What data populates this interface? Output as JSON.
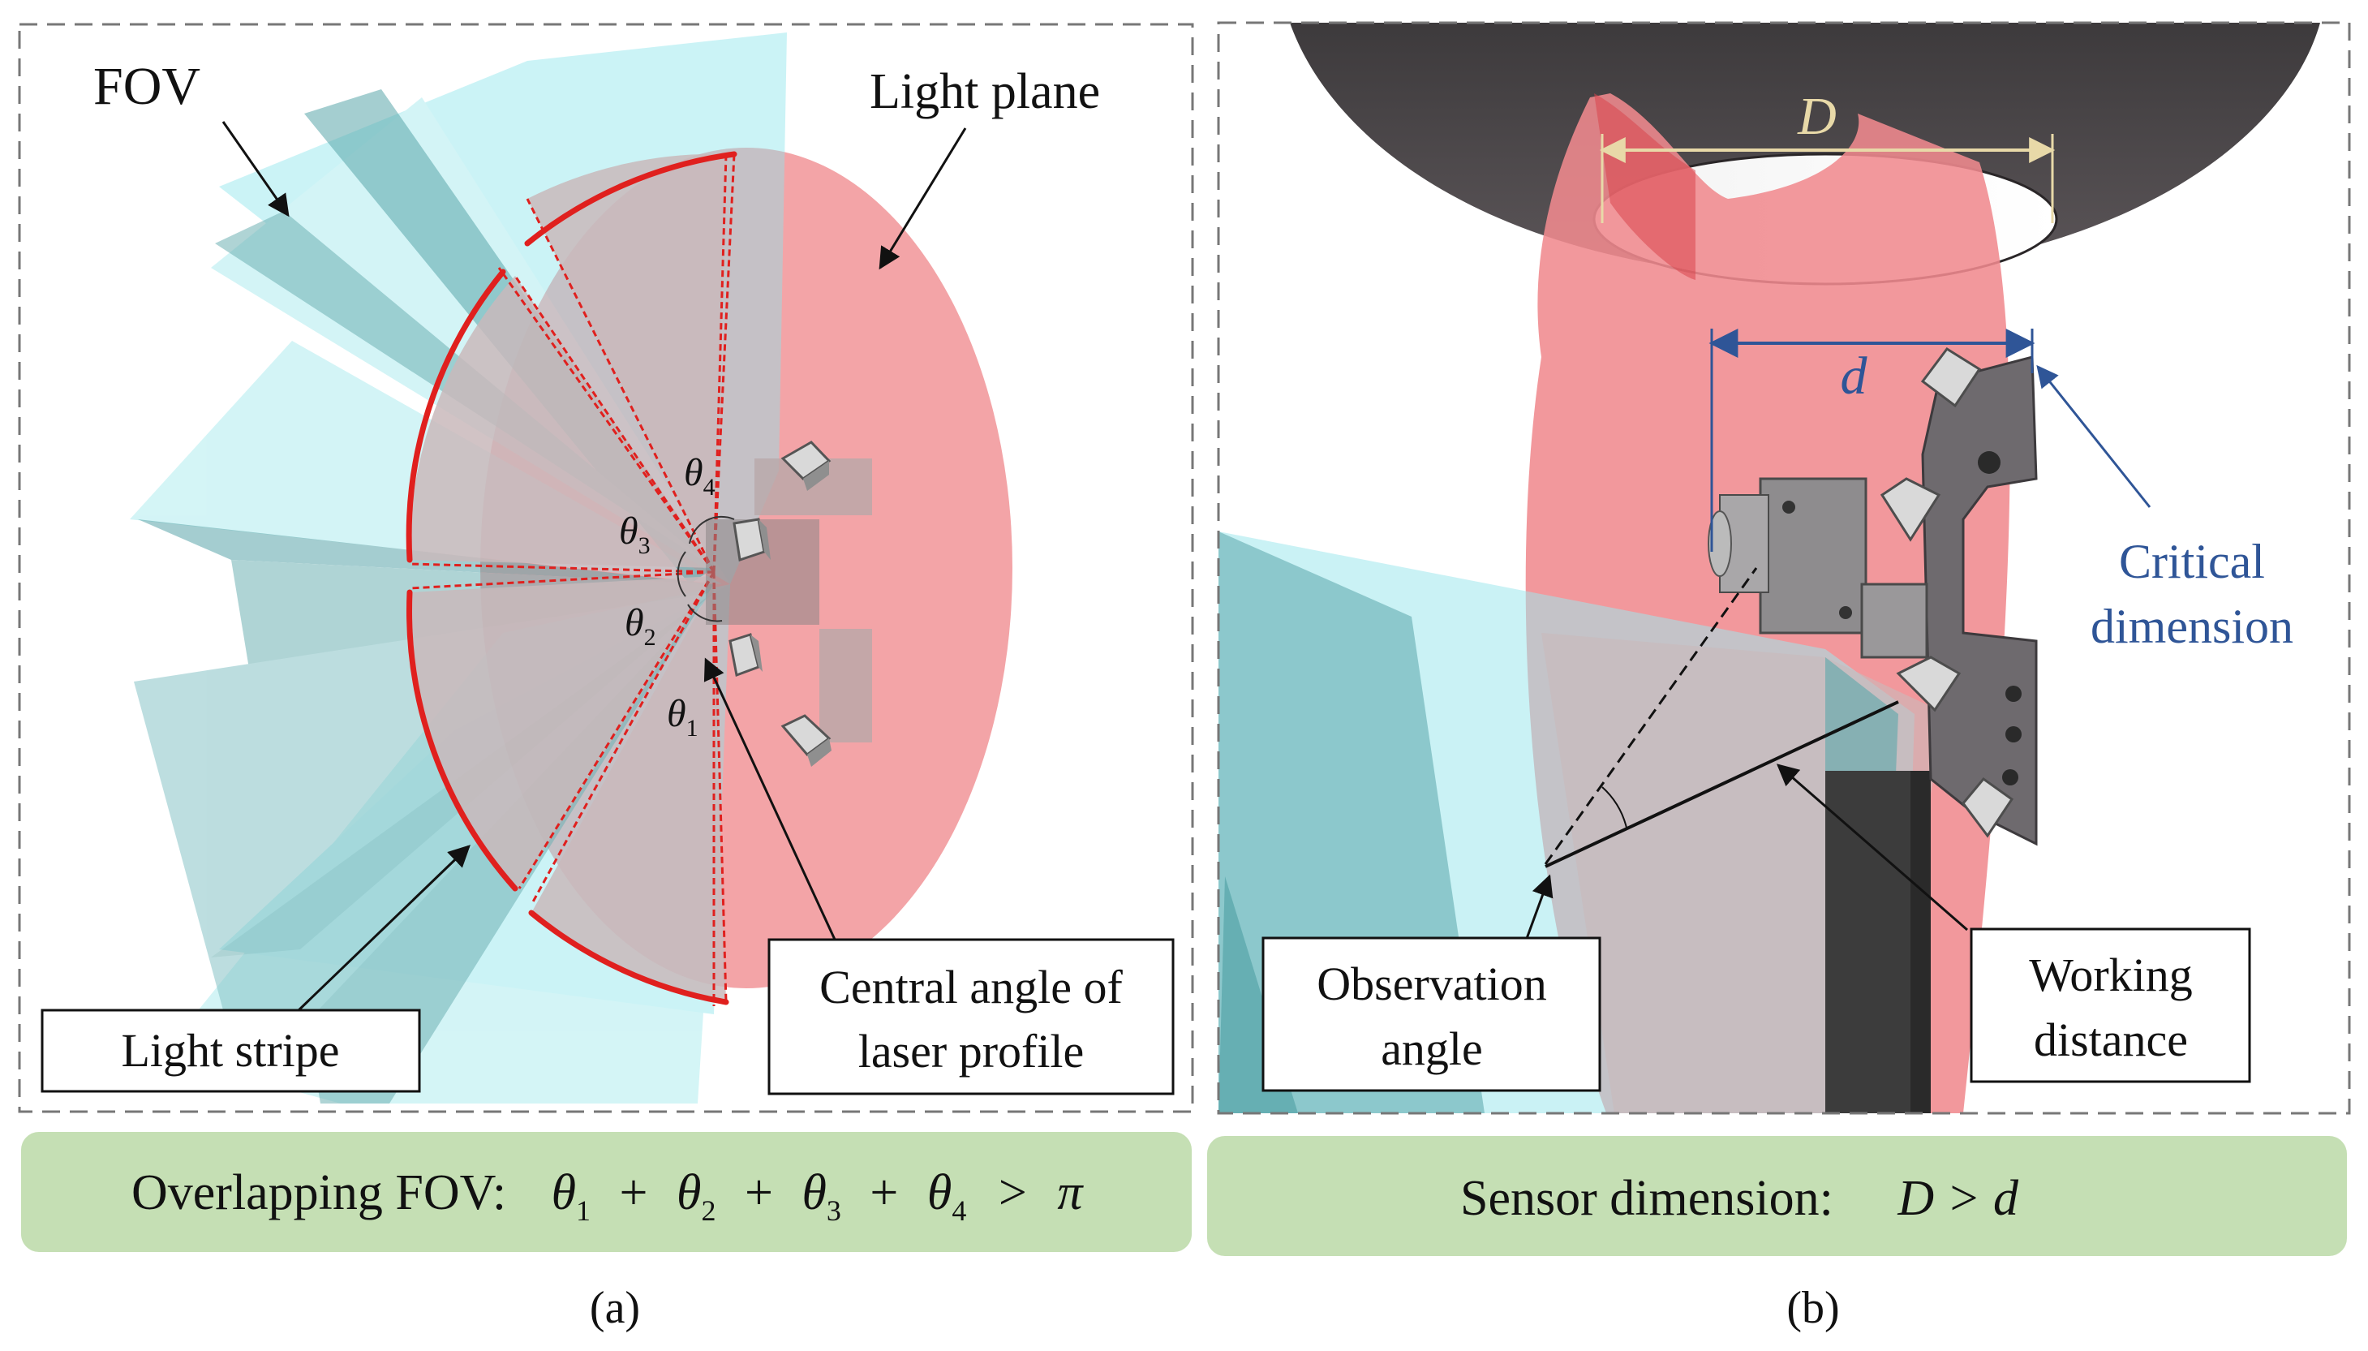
{
  "panel_a": {
    "fov_label": "FOV",
    "light_plane_label": "Light plane",
    "light_stripe_label": "Light stripe",
    "central_angle_line1": "Central angle of",
    "central_angle_line2": "laser profile",
    "theta": "θ",
    "theta_subs": [
      "1",
      "2",
      "3",
      "4"
    ],
    "caption_prefix": "Overlapping FOV:",
    "caption_pi": "π",
    "plus": "+",
    "gt": ">",
    "panel_label": "(a)"
  },
  "panel_b": {
    "D_label": "D",
    "d_label": "d",
    "critical_line1": "Critical",
    "critical_line2": "dimension",
    "observation_line1": "Observation",
    "observation_line2": "angle",
    "working_line1": "Working",
    "working_line2": "distance",
    "caption_prefix": "Sensor dimension:",
    "caption_math": "D > d",
    "panel_label": "(b)"
  },
  "colors": {
    "stripe_red": "#e0201e",
    "light_plane": "#f08a8e",
    "fov_cyan": "#9fe8ec",
    "fov_teal": "#4d9ea2",
    "caption_green": "#c5dfb4",
    "annotation_blue": "#2f5597",
    "dimension_tan": "#e8d9a8"
  }
}
